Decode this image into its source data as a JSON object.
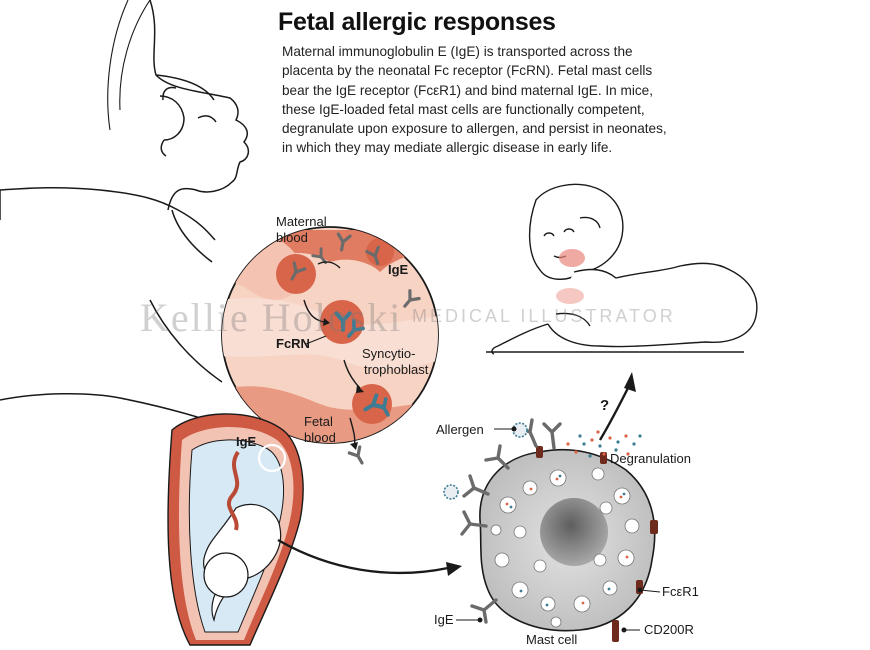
{
  "title": "Fetal allergic responses",
  "description": [
    "Maternal immunoglobulin E (IgE) is transported across the",
    "placenta by the neonatal Fc receptor (FcRN). Fetal mast cells",
    "bear the IgE receptor (FcεR1) and bind maternal IgE. In mice,",
    "these IgE-loaded fetal mast cells are functionally competent,",
    "degranulate upon exposure to allergen, and persist in neonates,",
    "in which they may mediate allergic disease in early life."
  ],
  "labels": {
    "maternal_blood": [
      "Maternal",
      "blood"
    ],
    "ige_top": "IgE",
    "fcrn": "FcRN",
    "syncytio": [
      "Syncytio-",
      "trophoblast"
    ],
    "fetal_blood": [
      "Fetal",
      "blood"
    ],
    "ige_uterus": "IgE",
    "allergen": "Allergen",
    "degranulation": "Degranulation",
    "question": "?",
    "fcer1": "FcεR1",
    "cd200r": "CD200R",
    "ige_cell": "IgE",
    "mast_cell": "Mast cell"
  },
  "watermark": {
    "name": "Kellie Holoski",
    "role": "MEDICAL ILLUSTRATOR"
  },
  "colors": {
    "placenta_tissue": "#f4c9b8",
    "placenta_dark": "#d9694e",
    "uterus_red": "#cf5a44",
    "amniotic_blue": "#cfe4f2",
    "ige_blue": "#3d7c93",
    "mast_cell_gray": "#c9c9c9",
    "nucleus_gray": "#8a8a8a",
    "receptor_brown": "#6e2a1c",
    "antibody_gray": "#707070",
    "cheek_red": "#e9867d"
  }
}
